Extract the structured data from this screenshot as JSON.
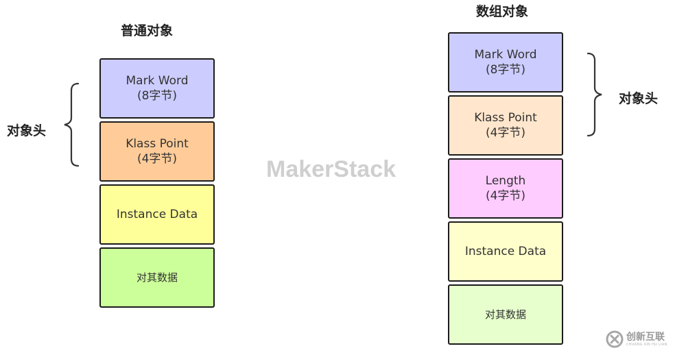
{
  "left": {
    "title": "普通对象",
    "header_label": "对象头",
    "blocks": [
      {
        "line1": "Mark Word",
        "line2": "(8字节)",
        "color": "#ccccff"
      },
      {
        "line1": "Klass Point",
        "line2": "(4字节)",
        "color": "#ffcc99"
      },
      {
        "line1": "Instance Data",
        "line2": "",
        "color": "#ffff99"
      },
      {
        "line1": "对其数据",
        "line2": "",
        "color": "#ccff99"
      }
    ]
  },
  "right": {
    "title": "数组对象",
    "header_label": "对象头",
    "blocks": [
      {
        "line1": "Mark Word",
        "line2": "(8字节)",
        "color": "#ccccff"
      },
      {
        "line1": "Klass Point",
        "line2": "(4字节)",
        "color": "#ffe6cc"
      },
      {
        "line1": "Length",
        "line2": "(4字节)",
        "color": "#ffccff"
      },
      {
        "line1": "Instance Data",
        "line2": "",
        "color": "#ffffcc"
      },
      {
        "line1": "对其数据",
        "line2": "",
        "color": "#e6ffcc"
      }
    ]
  },
  "watermark": "MakerStack",
  "logo": {
    "text": "创新互联",
    "subtext": "CHUANG XIN HU LIAN",
    "icon": "logo-icon"
  }
}
